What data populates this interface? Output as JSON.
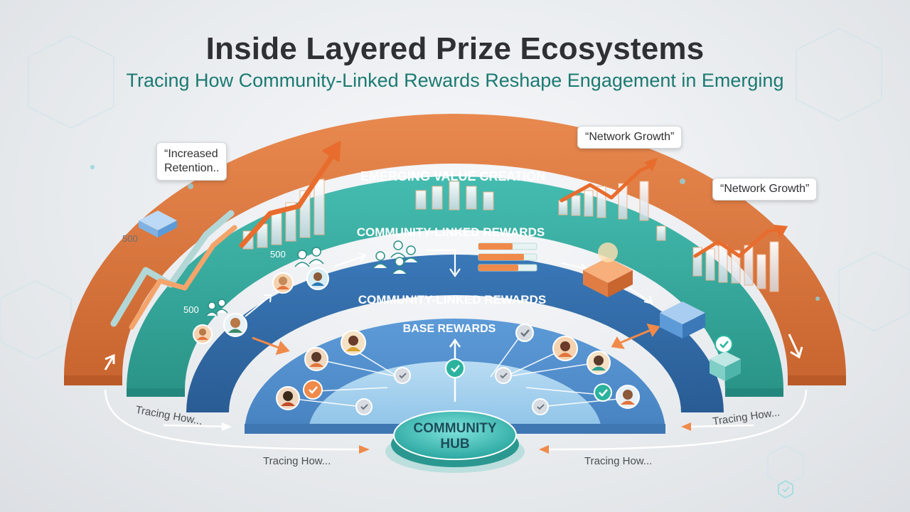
{
  "header": {
    "title": "Inside Layered Prize Ecosystems",
    "subtitle": "Tracing How Community-Linked Rewards Reshape Engagement in Emerging"
  },
  "rings": {
    "outer": "EMERGING VALUE CREATION",
    "second": "COMMUNITY-LINKED REWARDS",
    "third": "COMMUNITY-LINKED REWARDS",
    "inner": "BASE REWARDS"
  },
  "hub": {
    "line1": "COMMUNITY",
    "line2": "HUB"
  },
  "callouts": {
    "retention_line1": "“Increased",
    "retention_line2": "Retention..",
    "network_growth_top": "“Network Growth”",
    "network_growth_right": "“Network Growth”"
  },
  "flow_labels": {
    "left_upper": "Tracing How...",
    "left_lower": "Tracing How...",
    "right_upper": "Tracing How...",
    "right_lower": "Tracing How..."
  },
  "counters": {
    "a": "500",
    "b": "500",
    "c": "500"
  },
  "colors": {
    "outer_ring": "#e07d45",
    "second_ring": "#3aaea4",
    "third_ring": "#2f6aa8",
    "inner_ring": "#4f8fd0",
    "hub": "#42c2bb",
    "title": "#2f3033",
    "subtitle": "#1b7a72"
  },
  "icons": [
    "check-icon",
    "person-avatar-icon",
    "bar-chart-icon",
    "trend-arrow-icon",
    "cube-stack-icon",
    "progress-bars-icon"
  ]
}
